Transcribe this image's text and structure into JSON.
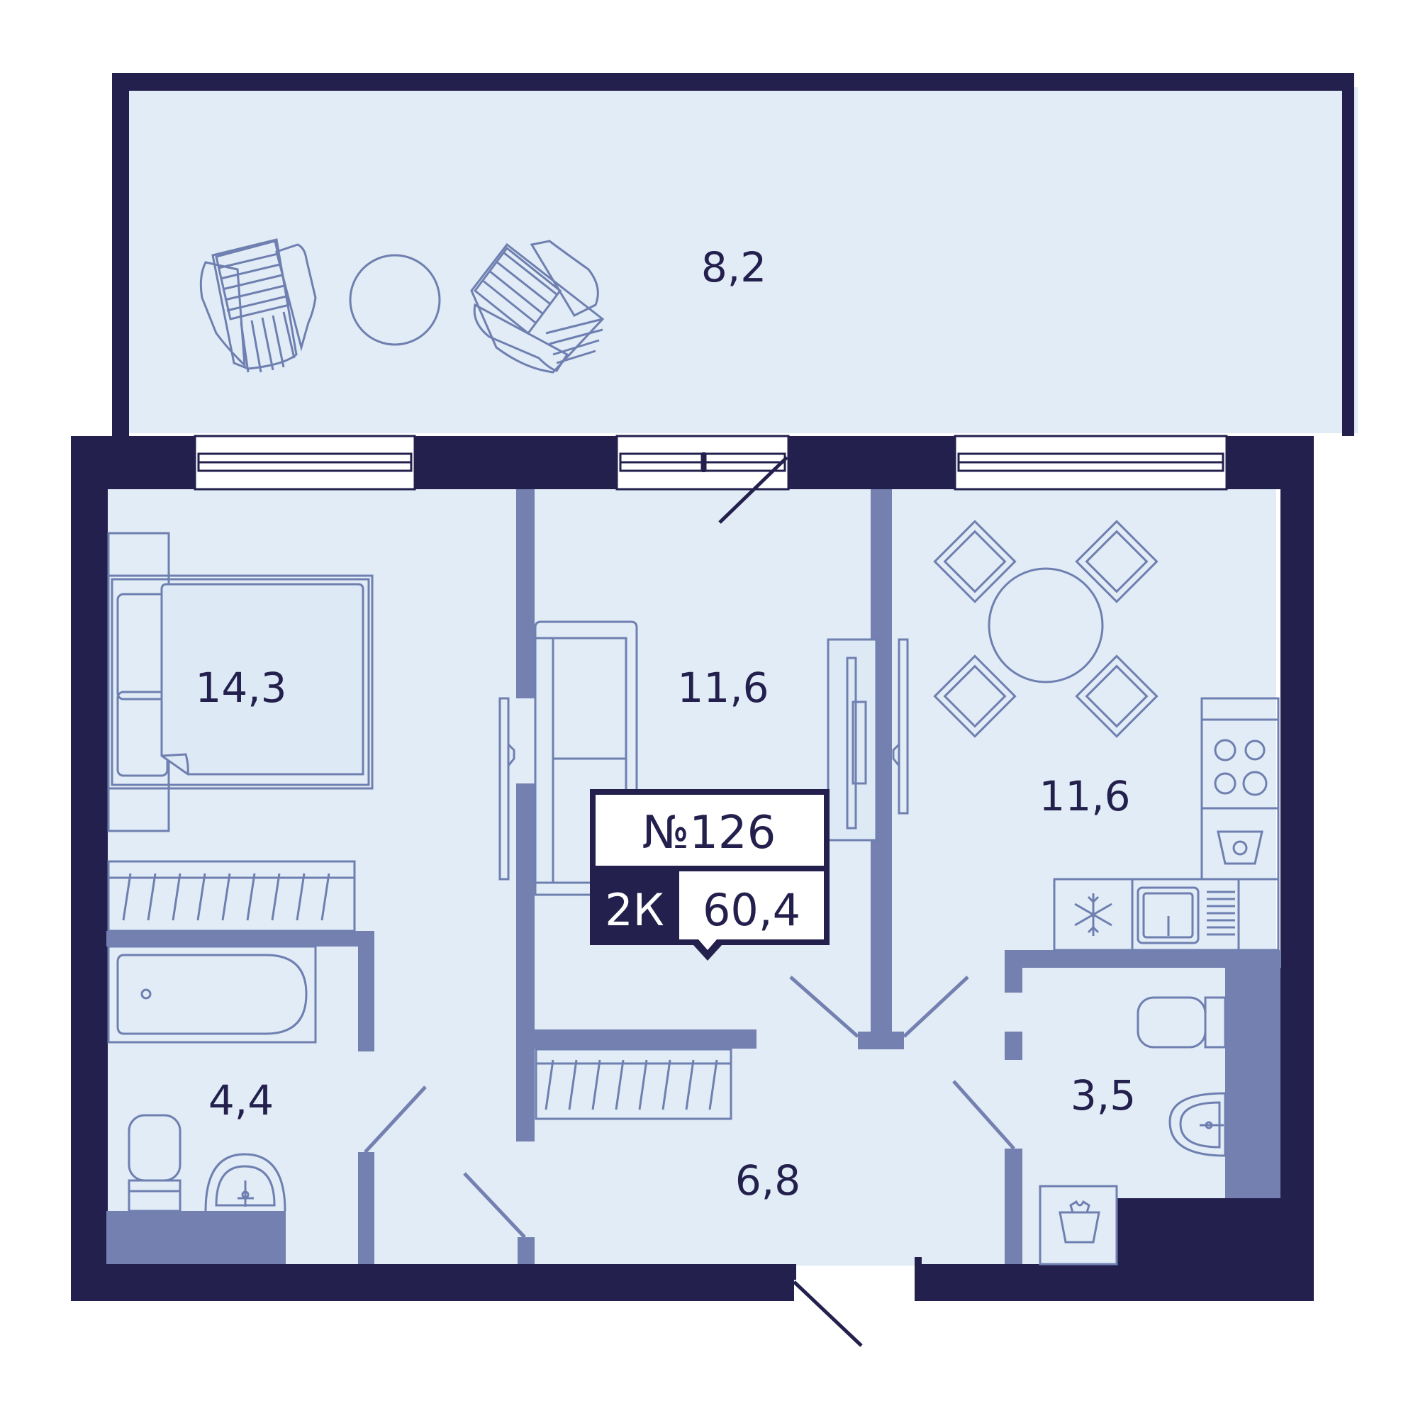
{
  "apartment": {
    "number": "№126",
    "type": "2К",
    "total_area": "60,4"
  },
  "rooms": {
    "balcony": "8,2",
    "bedroom": "14,3",
    "living_room": "11,6",
    "kitchen": "11,6",
    "bathroom": "4,4",
    "hallway": "6,8",
    "toilet": "3,5"
  },
  "colors": {
    "outer_wall": "#23204d",
    "inner_wall": "#7380b0",
    "floor": "#e1ecf6",
    "furniture_stroke": "#6f7fb0"
  }
}
